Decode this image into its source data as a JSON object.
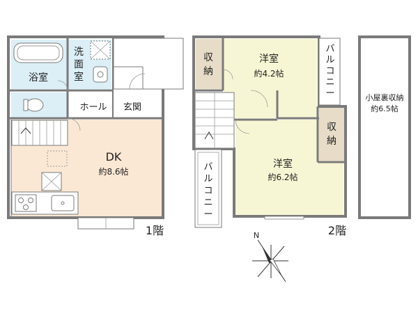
{
  "colors": {
    "wall": "#7a7a7a",
    "bath": "#dceff7",
    "dk": "#fbe8d4",
    "western": "#f7f6d4",
    "storage": "#e7dcc7",
    "background": "#ffffff"
  },
  "floor1": {
    "level_label": "1階",
    "rooms": {
      "bathroom": "浴室",
      "washroom_a": "洗",
      "washroom_b": "面",
      "washroom_c": "室",
      "hall": "ホール",
      "entrance": "玄関",
      "dk_name": "DK",
      "dk_size": "約8.6帖"
    }
  },
  "floor2": {
    "level_label": "2階",
    "rooms": {
      "storage_a_1": "収",
      "storage_a_2": "納",
      "western_a_name": "洋室",
      "western_a_size": "約4.2帖",
      "balcony_a": [
        "バ",
        "ル",
        "コ",
        "ニ",
        "ー"
      ],
      "storage_b_1": "収",
      "storage_b_2": "納",
      "western_b_name": "洋室",
      "western_b_size": "約6.2帖",
      "balcony_b": [
        "バ",
        "ル",
        "コ",
        "ニ",
        "ー"
      ]
    }
  },
  "attic": {
    "name": "小屋裏収納",
    "size": "約6.5帖"
  },
  "compass": {
    "north_label": "N"
  }
}
